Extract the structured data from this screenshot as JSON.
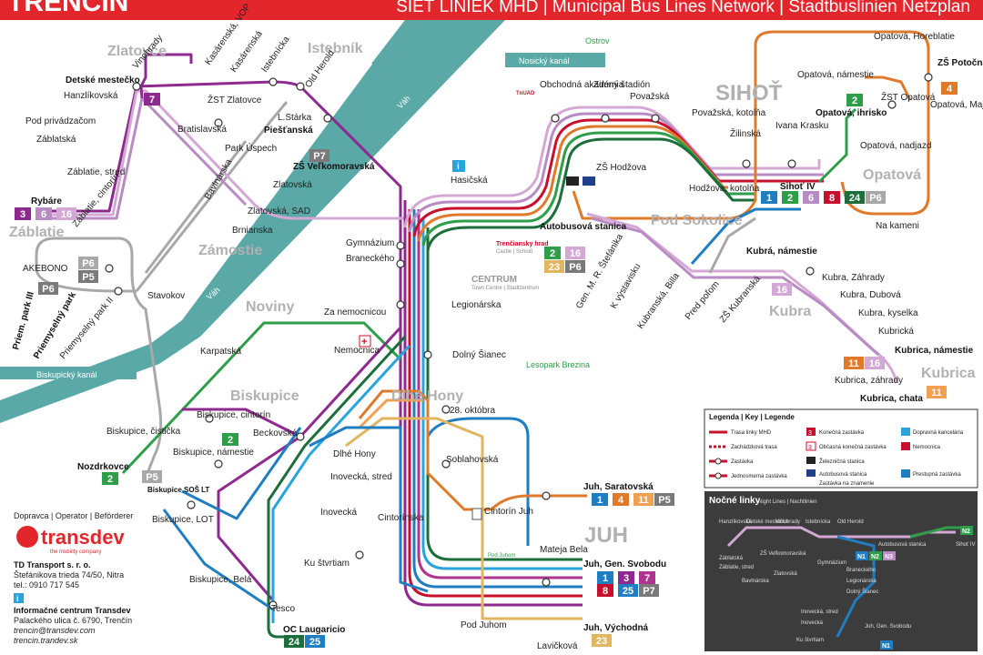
{
  "header": {
    "city": "TRENČÍN",
    "network": "SIEŤ LINIEK MHD | Municipal Bus Lines Network | Stadtbuslinien Netzplan"
  },
  "districts": {
    "zlatovce": "Zlatovce",
    "istebnik": "Istebník",
    "sihot": "SIHOŤ",
    "zablatie": "Záblatie",
    "zamostie": "Zámostie",
    "noviny": "Noviny",
    "pod_sokolice": "Pod Sokolice",
    "opatova": "Opatová",
    "kubra": "Kubra",
    "kubrica": "Kubrica",
    "biskupice": "Biskupice",
    "dlhe_hony": "Dlhé Hony",
    "juh": "JUH"
  },
  "places": {
    "centrum": "CENTRUM",
    "centrum_sub": "Town Centre | Stadtzentrum",
    "hrad": "Trenčiansky hrad",
    "hrad_sub": "Castle | Schloß",
    "lesopark": "Lesopark Brezina",
    "ostrov": "Ostrov",
    "nosicky": "Nosický kanál",
    "vah": "Váh",
    "biskupicky": "Biskupický kanál",
    "podjuhom_park": "Pod Juhom",
    "tnuad": "TnUAD"
  },
  "stops": {
    "detske": "Detské mestečko",
    "vinohrady": "Vinohrady",
    "kasarenska_vop": "Kasárenská, VOP",
    "kasarenska": "Kasárenská",
    "istebnicka": "Istebnícka",
    "old_herold": "Old Herold",
    "hanzlikovska": "Hanzlíkovská",
    "zst_zlatovce": "ŽST Zlatovce",
    "pod_privadzacom": "Pod privádzačom",
    "bratislavska": "Bratislavská",
    "l_stark": "L.Stárka",
    "piestanska": "Piešťanská",
    "zablatska": "Záblatská",
    "park_uspech": "Park Úspech",
    "zs_velkomoravska": "ZŠ Veľkomoravská",
    "zablatie_stred": "Záblatie, stred",
    "bavlnarska": "Bavlnárska",
    "zlatovska": "Zlatovská",
    "zablatie_cintorin": "Záblatie, cintorín",
    "rybare": "Rybáre",
    "zlatovska_sad": "Zlatovská, SAD",
    "brnianska": "Brnianska",
    "akebono": "AKEBONO",
    "stavokov": "Stavokov",
    "priem_park_iii": "Priem. park III",
    "priemyselny_park": "Priemyselný park",
    "priemyselny_park_ii": "Priemyselný park II",
    "hasicska": "Hasičská",
    "obchodna": "Obchodná akadémia",
    "zimny": "Zimný štadión",
    "povazska": "Považská",
    "povazska_kotolna": "Považská, kotolňa",
    "zilinska": "Žilinská",
    "ivana_krasku": "Ivana Krasku",
    "zs_hodzova": "ZŠ Hodžova",
    "hodzova_kotolna": "Hodžova, kotolňa",
    "autobusova": "Autobusová stanica",
    "sihot_iv": "Sihoť IV",
    "gymnazium": "Gymnázium",
    "braneckeho": "Braneckého",
    "legionarska": "Legionárska",
    "gen_stefanika": "Gen. M. R. Štefánika",
    "k_vystavisku": "K výstavisku",
    "kubranska_billa": "Kubranská, Billa",
    "pred_polom": "Pred poľom",
    "zs_kubranska": "ZŠ Kubranská",
    "kubra_namestie": "Kubrá, námestie",
    "kubra_zahrady": "Kubra, Záhrady",
    "kubra_dubova": "Kubra, Dubová",
    "kubra_kyselka": "Kubra, kyselka",
    "kubricka": "Kubrická",
    "kubrica_namestie": "Kubrica, námestie",
    "kubrica_zahrady": "Kubrica, záhrady",
    "kubrica_chata": "Kubrica, chata",
    "opatova_horeblatie": "Opatová, Horeblatie",
    "opatova_namestie": "Opatová, námestie",
    "zs_potocna": "ZŠ Potočná",
    "zst_opatova": "ŽST Opatová",
    "opatova_ihrisko": "Opatová, ihrisko",
    "opatova_majak": "Opatová, Maják",
    "opatova_nadjazd": "Opatová, nadjazd",
    "na_kameni": "Na kameni",
    "za_nemocnicou": "Za nemocnicou",
    "karpatska": "Karpatská",
    "nemocnica": "Nemocnica",
    "dolny_sianec": "Dolný Šianec",
    "biskupice_cintorin": "Biskupice, cintorín",
    "beckovska": "Beckovská",
    "biskupice_cistickа": "Biskupice, čistička",
    "biskupice_namestie": "Biskupice, námestie",
    "nozdrkovce": "Nozdrkovce",
    "biskupice_sos": "Biskupice SOŠ LT",
    "biskupice_lot": "Biskupice, LOT",
    "biskupice_bela": "Biskupice, Belá",
    "dlhe_hony": "Dlhé Hony",
    "28_oktobra": "28. októbra",
    "soblahovska": "Soblahovská",
    "inovecka_stred": "Inovecká, stred",
    "inovecka": "Inovecká",
    "cintorinska": "Cintorínska",
    "cintorin_juh": "Cintorín Juh",
    "juh_saratovska": "Juh, Saratovská",
    "ku_stvrtiam": "Ku štvrtiam",
    "mateja_bela": "Mateja Bela",
    "juh_gen_svobodu": "Juh, Gen. Svobodu",
    "tesco": "Tesco",
    "oc_laugaricio": "OC Laugaricio",
    "pod_juhom": "Pod Juhom",
    "juh_vychodna": "Juh, Východná",
    "lavickova": "Lavičková"
  },
  "badges": {
    "detske": [
      {
        "t": "7",
        "c": "#8e2a8f"
      }
    ],
    "rybare": [
      {
        "t": "3",
        "c": "#8e2a8f"
      },
      {
        "t": "6",
        "c": "#b98bc4"
      },
      {
        "t": "16",
        "c": "#d4a8d4"
      }
    ],
    "akebono": [
      {
        "t": "P6",
        "c": "#a8a8a8"
      },
      {
        "t": "P5",
        "c": "#7a7a7a"
      }
    ],
    "priem": [
      {
        "t": "P6",
        "c": "#7a7a7a"
      }
    ],
    "velko": [
      {
        "t": "P7",
        "c": "#7a7a7a"
      }
    ],
    "autobusova": [
      {
        "t": "2",
        "c": "#2e9e48"
      },
      {
        "t": "16",
        "c": "#d4a8d4"
      },
      {
        "t": "23",
        "c": "#e2b560"
      },
      {
        "t": "P6",
        "c": "#7a7a7a"
      }
    ],
    "sihot_iv": [
      {
        "t": "1",
        "c": "#1f7ec1"
      },
      {
        "t": "2",
        "c": "#2e9e48"
      },
      {
        "t": "6",
        "c": "#b98bc4"
      },
      {
        "t": "8",
        "c": "#c8102e"
      },
      {
        "t": "24",
        "c": "#1c6e3a"
      },
      {
        "t": "P6",
        "c": "#a8a8a8"
      }
    ],
    "kubra": [
      {
        "t": "16",
        "c": "#d4a8d4"
      }
    ],
    "opatova_ihrisko": [
      {
        "t": "2",
        "c": "#2e9e48"
      }
    ],
    "zs_potocna": [
      {
        "t": "4",
        "c": "#e07a2b"
      }
    ],
    "kubrica_nam": [
      {
        "t": "11",
        "c": "#e07a2b"
      },
      {
        "t": "16",
        "c": "#d4a8d4"
      }
    ],
    "kubrica_chata": [
      {
        "t": "11",
        "c": "#f0a050"
      }
    ],
    "nozdrkovce": [
      {
        "t": "2",
        "c": "#2e9e48"
      }
    ],
    "sos": [
      {
        "t": "P5",
        "c": "#a8a8a8"
      }
    ],
    "biskupice_nam": [
      {
        "t": "2",
        "c": "#2e9e48"
      }
    ],
    "saratovska": [
      {
        "t": "1",
        "c": "#1f7ec1"
      },
      {
        "t": "4",
        "c": "#e07a2b"
      },
      {
        "t": "11",
        "c": "#f0a050"
      },
      {
        "t": "P5",
        "c": "#7a7a7a"
      }
    ],
    "svobodu1": [
      {
        "t": "1",
        "c": "#1f7ec1"
      },
      {
        "t": "3",
        "c": "#8e2a8f"
      },
      {
        "t": "7",
        "c": "#b0338f"
      }
    ],
    "svobodu2": [
      {
        "t": "8",
        "c": "#c8102e"
      },
      {
        "t": "25",
        "c": "#1f7ec1"
      },
      {
        "t": "P7",
        "c": "#7a7a7a"
      }
    ],
    "laugaricio": [
      {
        "t": "24",
        "c": "#1c6e3a"
      },
      {
        "t": "25",
        "c": "#1f7ec1"
      }
    ],
    "vychodna": [
      {
        "t": "23",
        "c": "#e2b560"
      }
    ]
  },
  "operator": {
    "heading": "Dopravca | Operator | Beförderer",
    "brand": "transdev",
    "brand_tag": "the mobility company",
    "company": "TD Transport s. r. o.",
    "address": "Štefánikova trieda 74/50, Nitra",
    "phone": "tel.: 0910 717 545",
    "info_heading": "Informačné centrum Transdev",
    "info_address": "Palackého ulica č. 6790, Trenčín",
    "email": "trencin@transdev.com",
    "web": "trencin.trandev.sk"
  },
  "legend": {
    "title": "Legenda | Key | Legende",
    "items_left": [
      "Trasa linky MHD",
      "Zachádzková trasa",
      "Zastávka",
      "Jednosmerná zastávka"
    ],
    "items_mid": [
      "Konečná zastávka",
      "Občasná konečná zastávka",
      "Železničná stanica",
      "Autobusová stanica",
      "Zastávka na znamenie"
    ],
    "items_right": [
      "Dopravná kancelária",
      "Nemocnica",
      "Prestupná zastávka"
    ]
  },
  "night": {
    "title": "Nočné linky",
    "subtitle": "Night Lines | Nachtlinien",
    "labels": [
      "Hanzlíkovská",
      "Detské mestečko",
      "Vinohrady",
      "Istebnícka",
      "Old Herold",
      "Záblatská",
      "Záblatie, stred",
      "ZŠ Veľkomoravská",
      "Zlatovská",
      "Bavlnárska",
      "Gymnázium",
      "Braneckého",
      "Legionárska",
      "Dolný Šianec",
      "Inovecká, stred",
      "Inovecká",
      "Ku štvrtiam",
      "Juh, Gen. Svobodu",
      "Autobusová stanica",
      "Sihoť IV"
    ],
    "badges": [
      "N1",
      "N2",
      "N3"
    ]
  },
  "colors": {
    "red": "#e3262c",
    "water": "#5aa9a6",
    "l1": "#1f7ec1",
    "l2": "#2e9e48",
    "l3": "#8e2a8f",
    "l4": "#e07a2b",
    "l6": "#b98bc4",
    "l7": "#b0338f",
    "l8": "#c8102e",
    "l11": "#f0a050",
    "l16": "#d4a8d4",
    "l23": "#e2b560",
    "l24": "#1c6e3a",
    "l25": "#29a4dc",
    "grey": "#a8a8a8"
  }
}
